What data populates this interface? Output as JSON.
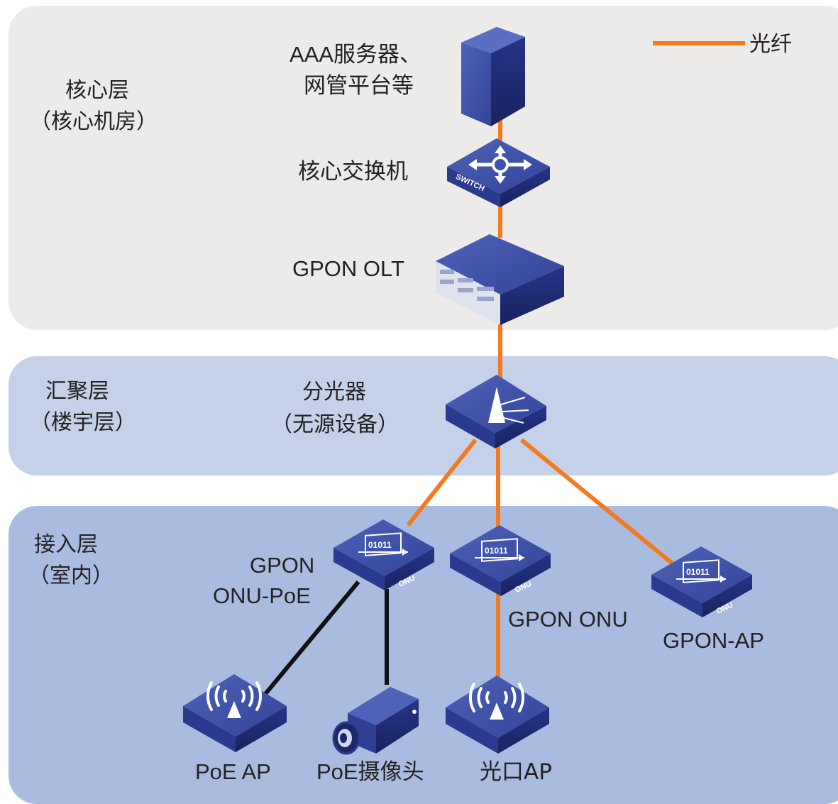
{
  "layers": {
    "core": {
      "name": "核心层",
      "sub": "（核心机房）",
      "color": "#ecebea"
    },
    "aggregation": {
      "name": "汇聚层",
      "sub": "（楼宇层）",
      "color": "#c5d1e9"
    },
    "access": {
      "name": "接入层",
      "sub": "（室内）",
      "color": "#a9bcdf"
    }
  },
  "legend": {
    "label": "光纤",
    "color": "#f47a20"
  },
  "devices": {
    "server": {
      "line1": "AAA服务器、",
      "line2": "网管平台等"
    },
    "core_switch": {
      "label": "核心交换机",
      "badge": "SWITCH"
    },
    "olt": {
      "label": "GPON OLT"
    },
    "splitter": {
      "line1": "分光器",
      "line2": "（无源设备）"
    },
    "onu_poe": {
      "line1": "GPON",
      "line2": "ONU-PoE",
      "badge": "ONU",
      "bits": "01011"
    },
    "onu": {
      "label": "GPON ONU",
      "badge": "ONU",
      "bits": "01011"
    },
    "gpon_ap": {
      "label": "GPON-AP",
      "badge": "ONU",
      "bits": "01011"
    },
    "poe_ap": {
      "label": "PoE AP"
    },
    "camera": {
      "label": "PoE摄像头"
    },
    "optical_ap": {
      "label": "光口AP"
    }
  },
  "colors": {
    "fiber": "#f47a20",
    "copper": "#111111",
    "device_top": "#3b4fa6",
    "device_side": "#1f2d78"
  }
}
